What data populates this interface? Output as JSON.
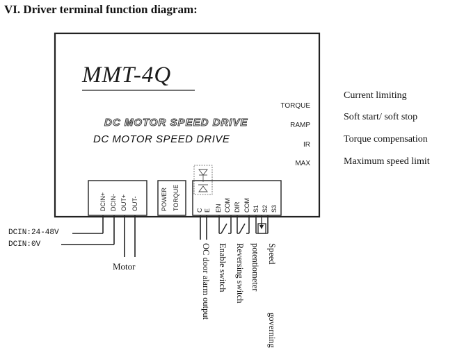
{
  "heading": "VI. Driver terminal function diagram:",
  "model": "MMT-4Q",
  "product_title_outline": "DC MOTOR SPEED DRIVE",
  "product_title": "DC MOTOR SPEED DRIVE",
  "potentiometers": [
    "TORQUE",
    "RAMP",
    "IR",
    "MAX"
  ],
  "functions": [
    "Current limiting",
    "Soft start/ soft stop",
    "Torque compensation",
    "Maximum speed limit"
  ],
  "power_terminals": [
    "DCIN+",
    "DCIN-",
    "OUT+",
    "OUT-"
  ],
  "power_torque_labels": [
    "POWER",
    "TORQUE"
  ],
  "signal_terminals": [
    "C",
    "E",
    "EN",
    "COM",
    "DIR",
    "COM",
    "S1",
    "S2",
    "S3"
  ],
  "wiring": {
    "dcin_24_48v": "DCIN:24-48V",
    "dcin_0v": "DCIN:0V",
    "motor": "Motor",
    "oc_alarm": "OC door alarm output",
    "enable_switch": "Enable switch",
    "reversing_switch": "Reversing switch",
    "potentiometer": "potentiometer",
    "speed": "Speed",
    "governing": "governing"
  }
}
